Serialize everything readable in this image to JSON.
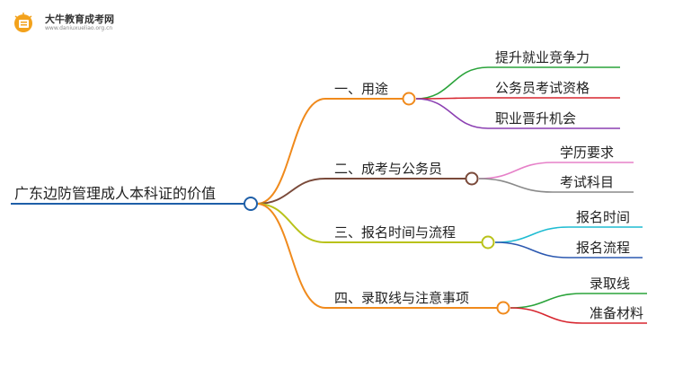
{
  "logo": {
    "name": "大牛教育成考网",
    "url_text": "www.daniuxueliao.org.cn"
  },
  "root": {
    "label": "广东边防管理成人本科证的价值",
    "color": "#1e5fa8"
  },
  "branches": [
    {
      "label": "一、用途",
      "color": "#f08a1c",
      "children": [
        {
          "label": "提升就业竞争力",
          "color": "#2aa33a"
        },
        {
          "label": "公务员考试资格",
          "color": "#d7262f"
        },
        {
          "label": "职业晋升机会",
          "color": "#8b3fb2"
        }
      ]
    },
    {
      "label": "二、成考与公务员",
      "color": "#7a4a3a",
      "children": [
        {
          "label": "学历要求",
          "color": "#e680c8"
        },
        {
          "label": "考试科目",
          "color": "#8a8a8a"
        }
      ]
    },
    {
      "label": "三、报名时间与流程",
      "color": "#b9c21a",
      "children": [
        {
          "label": "报名时间",
          "color": "#1fbcd2"
        },
        {
          "label": "报名流程",
          "color": "#2b58b0"
        }
      ]
    },
    {
      "label": "四、录取线与注意事项",
      "color": "#f08a1c",
      "children": [
        {
          "label": "录取线",
          "color": "#2aa33a"
        },
        {
          "label": "准备材料",
          "color": "#d7262f"
        }
      ]
    }
  ]
}
